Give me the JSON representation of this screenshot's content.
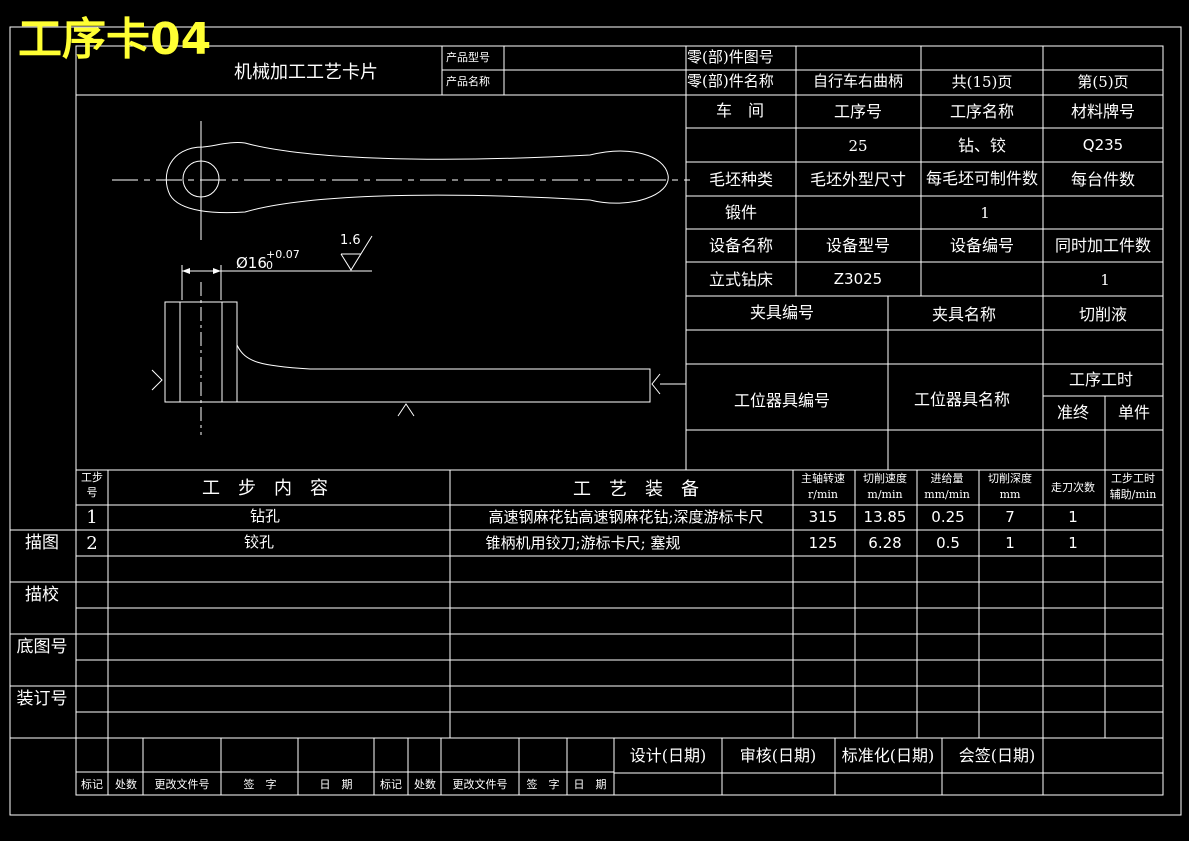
{
  "watermark": "工序卡04",
  "header": {
    "card_title": "机械加工工艺卡片",
    "product_model_label": "产品型号",
    "product_name_label": "产品名称",
    "part_drawing_no_label": "零(部)件图号",
    "part_name_label": "零(部)件名称",
    "part_name": "自行车右曲柄",
    "total_pages": "共(15)页",
    "page_no": "第(5)页"
  },
  "info": {
    "workshop_label": "车　间",
    "op_no_label": "工序号",
    "op_name_label": "工序名称",
    "material_label": "材料牌号",
    "op_no": "25",
    "op_name": "钻、铰",
    "material": "Q235",
    "blank_type_label": "毛坯种类",
    "blank_size_label": "毛坯外型尺寸",
    "parts_per_blank_label": "每毛坯可制件数",
    "parts_per_machine_label": "每台件数",
    "blank_type": "锻件",
    "parts_per_blank": "1",
    "equipment_name_label": "设备名称",
    "equipment_model_label": "设备型号",
    "equipment_no_label": "设备编号",
    "simultaneous_label": "同时加工件数",
    "equipment_name": "立式钻床",
    "equipment_model": "Z3025",
    "simultaneous": "1",
    "fixture_no_label": "夹具编号",
    "fixture_name_label": "夹具名称",
    "coolant_label": "切削液",
    "station_tool_no_label": "工位器具编号",
    "station_tool_name_label": "工位器具名称",
    "op_time_label": "工序工时",
    "prep_end_label": "准终",
    "per_piece_label": "单件"
  },
  "drawing": {
    "diameter": "Ø16",
    "tolerance_upper": "+0.07",
    "tolerance_lower": "0",
    "roughness": "1.6"
  },
  "steps_header": {
    "step_no": [
      "工步",
      "号"
    ],
    "content": "工　步　内　容",
    "equipment": "工　艺　装　备",
    "spindle_speed": [
      "主轴转速",
      "r/min"
    ],
    "cutting_speed": [
      "切削速度",
      "m/min"
    ],
    "feed": [
      "进给量",
      "mm/min"
    ],
    "depth": [
      "切削深度",
      "mm"
    ],
    "passes": "走刀次数",
    "step_time": [
      "工步工时",
      "辅助/min"
    ]
  },
  "steps": [
    {
      "no": "1",
      "content": "钻孔",
      "equipment": "高速钢麻花钻高速钢麻花钻;深度游标卡尺",
      "speed": "315",
      "cut_speed": "13.85",
      "feed": "0.25",
      "depth": "7",
      "passes": "1"
    },
    {
      "no": "2",
      "content": "铰孔",
      "equipment": "锥柄机用铰刀;游标卡尺; 塞规",
      "speed": "125",
      "cut_speed": "6.28",
      "feed": "0.5",
      "depth": "1",
      "passes": "1"
    }
  ],
  "left_labels": [
    "描图",
    "描校",
    "底图号",
    "装订号"
  ],
  "signoff": [
    "设计(日期)",
    "审核(日期)",
    "标准化(日期)",
    "会签(日期)"
  ],
  "revision": [
    "标记",
    "处数",
    "更改文件号",
    "签　字",
    "日　期",
    "标记",
    "处数",
    "更改文件号",
    "签　字",
    "日　期"
  ]
}
